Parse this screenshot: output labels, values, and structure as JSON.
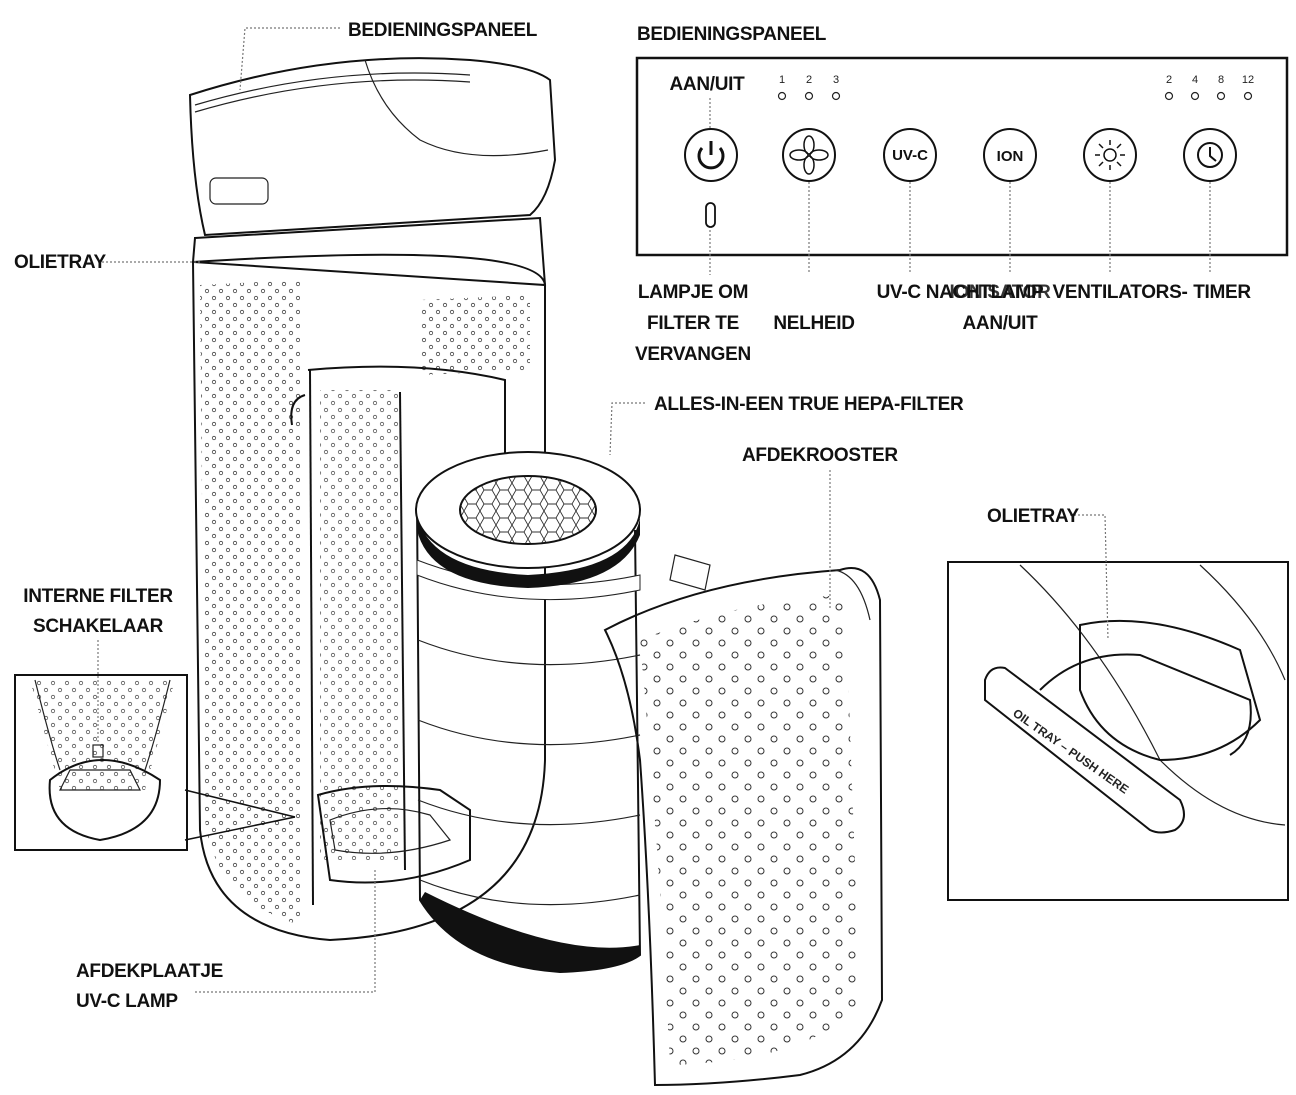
{
  "labels": {
    "bedieningspaneel_top": "BEDIENINGSPANEEL",
    "bedieningspaneel_panel": "BEDIENINGSPANEEL",
    "olietray_left": "OLIETRAY",
    "olietray_inset": "OLIETRAY",
    "hepa_filter": "ALLES-IN-EEN TRUE HEPA-FILTER",
    "afdekrooster": "AFDEKROOSTER",
    "interne_filter": [
      "INTERNE FILTER",
      "SCHAKELAAR"
    ],
    "afdekplaatje": [
      "AFDEKPLAATJE",
      "UV-C LAMP"
    ],
    "tray_print": "OIL TRAY – PUSH HERE"
  },
  "panel": {
    "aan_uit": "AAN/UIT",
    "speed_levels": [
      "1",
      "2",
      "3"
    ],
    "timer_levels": [
      "2",
      "4",
      "8",
      "12"
    ],
    "buttons": [
      {
        "name": "power",
        "icon": "power-icon",
        "text": ""
      },
      {
        "name": "fan-speed",
        "icon": "fan-icon",
        "text": ""
      },
      {
        "name": "uv-c",
        "icon": "",
        "text": "UV-C"
      },
      {
        "name": "ion",
        "icon": "",
        "text": "ION"
      },
      {
        "name": "night-light",
        "icon": "sun-icon",
        "text": ""
      },
      {
        "name": "timer",
        "icon": "clock-icon",
        "text": ""
      }
    ],
    "captions": {
      "filter_lamp": [
        "LAMPJE OM",
        "FILTER TE",
        "VERVANGEN"
      ],
      "speed": "NELHEID",
      "uvc_night": "UV-C NACHTLAMP",
      "ionisator": [
        "IONISATOR",
        "AAN/UIT"
      ],
      "fan_speed": "VENTILATORS-",
      "timer": "TIMER"
    }
  }
}
